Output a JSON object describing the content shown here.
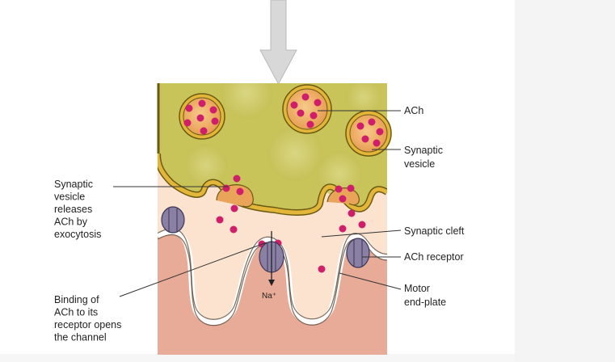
{
  "labels": {
    "ach": "ACh",
    "synaptic_vesicle": [
      "Synaptic",
      "vesicle"
    ],
    "releases": [
      "Synaptic",
      "vesicle",
      "releases",
      "ACh by",
      "exocytosis"
    ],
    "synaptic_cleft": "Synaptic cleft",
    "ach_receptor": "ACh receptor",
    "binding": [
      "Binding of",
      "ACh to its",
      "receptor opens",
      "the channel"
    ],
    "motor_end_plate": [
      "Motor",
      "end-plate"
    ],
    "sodium": "Na⁺"
  },
  "colors": {
    "terminal": "#c9c45a",
    "terminal_edge": "#6a5a12",
    "membrane_gold": "#e0b437",
    "vesicle_fill": "#eeae5e",
    "ach_dot": "#cf1f6a",
    "cleft": "#fbe3cf",
    "muscle": "#e7aa96",
    "receptor": "#8a80a4",
    "arrow": "#d6d6d6"
  }
}
